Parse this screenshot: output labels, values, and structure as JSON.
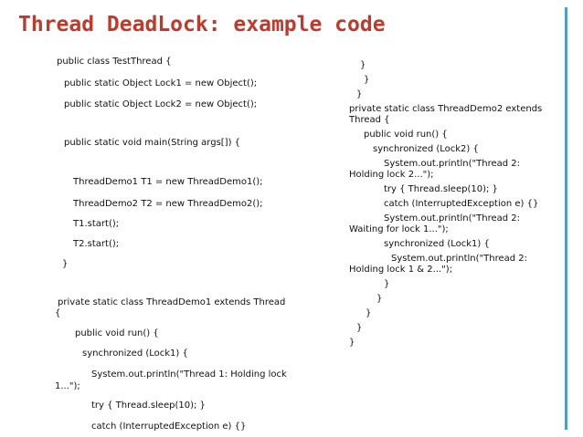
{
  "slide": {
    "title": "Thread DeadLock: example code",
    "accent_color": "#4aa0c8",
    "title_color": "#c0392b"
  },
  "left_code": {
    "lines": [
      "public class TestThread {",
      "public static Object Lock1 = new Object();",
      "public static Object Lock2 = new Object();",
      "public static void main(String args[]) {",
      "ThreadDemo1 T1 = new ThreadDemo1();",
      "ThreadDemo2 T2 = new ThreadDemo2();",
      "T1.start();",
      "T2.start();",
      "}",
      "private static class ThreadDemo1 extends Thread",
      "{",
      "public void run() {",
      "synchronized (Lock1) {",
      "System.out.println(\"Thread 1: Holding lock",
      "1...\");",
      "try { Thread.sleep(10); }",
      "catch (InterruptedException e) {}"
    ]
  },
  "right_code": {
    "lines": [
      "}",
      "}",
      "}",
      "private static class ThreadDemo2 extends",
      "Thread {",
      "public void run() {",
      "synchronized (Lock2) {",
      "System.out.println(\"Thread 2:",
      "Holding lock 2...\");",
      "try { Thread.sleep(10); }",
      "catch (InterruptedException e) {}",
      "System.out.println(\"Thread 2:",
      "Waiting for lock 1...\");",
      "synchronized (Lock1) {",
      "System.out.println(\"Thread 2:",
      "Holding lock 1 & 2...\");",
      "}",
      "}",
      "}",
      "}",
      "}"
    ]
  }
}
